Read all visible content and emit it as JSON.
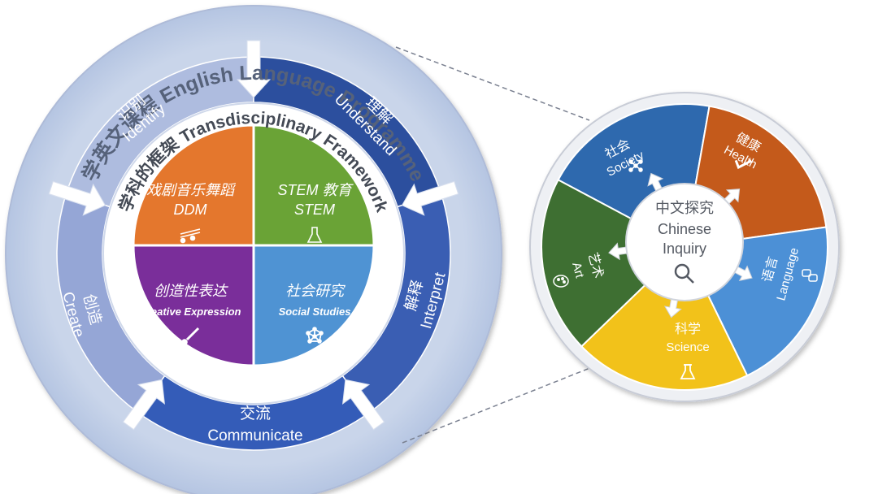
{
  "outer_ring": {
    "title": "学英文课程 English Language Programme"
  },
  "stages": [
    {
      "key": "identify",
      "zh": "识别",
      "en": "Identify"
    },
    {
      "key": "understand",
      "zh": "理解",
      "en": "Understand"
    },
    {
      "key": "interpret",
      "zh": "解释",
      "en": "Interpret"
    },
    {
      "key": "communicate",
      "zh": "交流",
      "en": "Communicate"
    },
    {
      "key": "create",
      "zh": "创造",
      "en": "Create"
    }
  ],
  "framework": {
    "title": "学科的框架 Transdisciplinary Framework",
    "quadrants": [
      {
        "key": "ddm",
        "zh": "戏剧音乐舞蹈",
        "en": "DDM",
        "color": "#E4772D",
        "icon": "music-notes-icon"
      },
      {
        "key": "stem",
        "zh": "STEM 教育",
        "en": "STEM",
        "color": "#6AA336",
        "icon": "flask-icon"
      },
      {
        "key": "creative",
        "zh": "创造性表达",
        "en": "Creative Expression",
        "color": "#7A2E9A",
        "icon": "paintbrush-icon"
      },
      {
        "key": "social",
        "zh": "社会研究",
        "en": "Social Studies",
        "color": "#4F93D3",
        "icon": "network-icon"
      }
    ]
  },
  "chinese_inquiry": {
    "center_zh": "中文探究",
    "center_en_line1": "Chinese",
    "center_en_line2": "Inquiry",
    "center_icon": "magnifier-icon",
    "sectors": [
      {
        "key": "society",
        "zh": "社会",
        "en": "Society",
        "color": "#2E69AE",
        "icon": "network-icon"
      },
      {
        "key": "health",
        "zh": "健康",
        "en": "Health",
        "color": "#C45A1B",
        "icon": "check-icon"
      },
      {
        "key": "language",
        "zh": "语言",
        "en": "Language",
        "color": "#4C90D6",
        "icon": "speech-bubbles-icon"
      },
      {
        "key": "science",
        "zh": "科学",
        "en": "Science",
        "color": "#F2C21A",
        "icon": "flask-icon"
      },
      {
        "key": "art",
        "zh": "艺术",
        "en": "Art",
        "color": "#3E6F32",
        "icon": "palette-icon"
      }
    ]
  }
}
